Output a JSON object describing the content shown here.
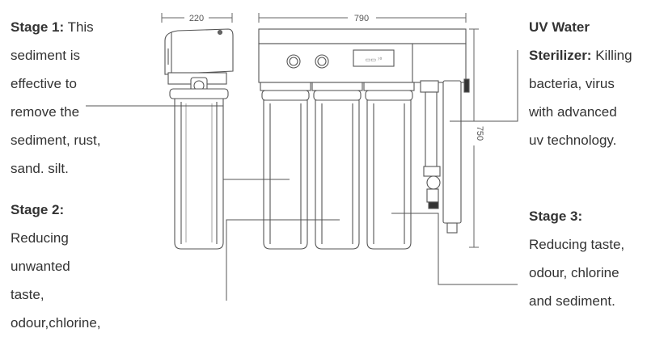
{
  "stage1": {
    "heading": "Stage 1:",
    "lines": [
      "This",
      "sediment is",
      "effective to",
      "remove the",
      "sediment, rust,",
      "sand. silt."
    ]
  },
  "stage2": {
    "heading": "Stage 2:",
    "lines": [
      "Reducing",
      "unwanted",
      "taste,",
      "odour,chlorine,"
    ]
  },
  "uv": {
    "heading_line1": "UV Water",
    "heading_line2": "Sterilizer:",
    "lines": [
      "Killing",
      "bacteria, virus",
      "with advanced",
      "uv technology."
    ]
  },
  "stage3": {
    "heading": "Stage 3:",
    "lines": [
      "Reducing taste,",
      "odour, chlorine",
      "and sediment."
    ]
  },
  "dimensions": {
    "width_small": "220",
    "width_main": "790",
    "height": "750"
  },
  "display_panel_text": "▭▭ ⁷⁰"
}
